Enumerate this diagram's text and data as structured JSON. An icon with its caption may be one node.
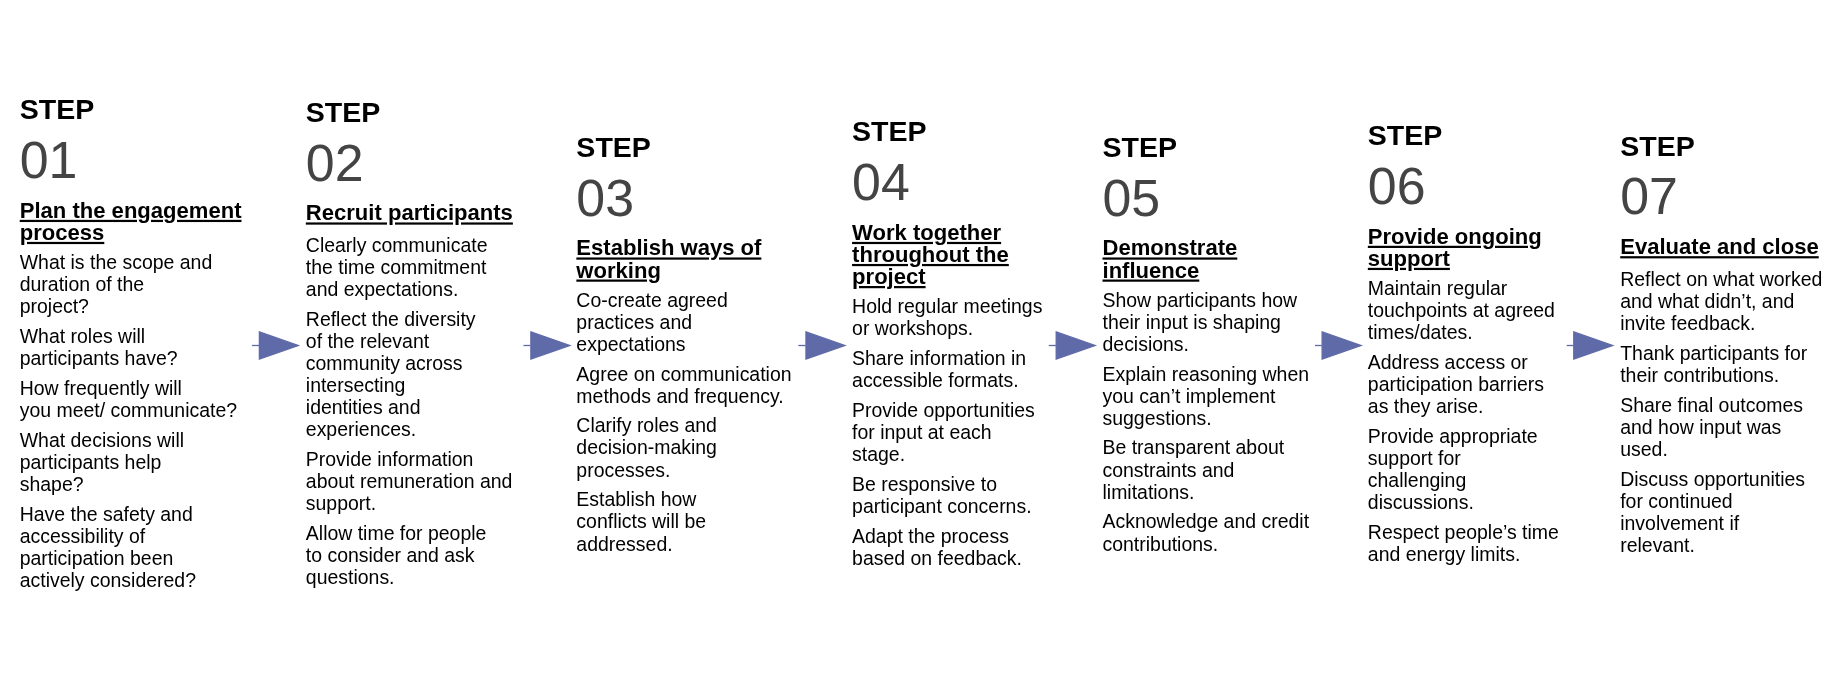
{
  "diagram": {
    "nodes": [
      {
        "text": [
          "STEP",
          "01",
          "Plan the engagement process",
          "What is the scope and duration of the project?",
          "What roles will participants have?",
          "How frequently will you meet/ communicate?",
          "What decisions will participants help shape?",
          "Have the safety and accessibility of participation been actively considered?"
        ]
      },
      {
        "text": [
          "STEP",
          "02",
          "Recruit participants",
          "Clearly communicate the time commitment and expectations.",
          "Reflect the diversity of the relevant community across intersecting identities and experiences.",
          "Provide information about remuneration and support.",
          "Allow time for people to consider and ask questions."
        ]
      },
      {
        "text": [
          "STEP",
          "03",
          "Establish ways of working",
          "Co-create agreed practices and expectations",
          "Agree on communication methods and frequency.",
          "Clarify roles and decision-making processes.",
          "Establish how conflicts will be addressed."
        ]
      },
      {
        "text": [
          "STEP",
          "04",
          "Work together throughout the project",
          "Hold regular meetings or workshops.",
          "Share information in accessible formats.",
          "Provide opportunities for input at each stage.",
          "Be responsive to participant concerns.",
          "Adapt the process based on feedback."
        ]
      },
      {
        "text": [
          "STEP",
          "05",
          "Demonstrate influence",
          "Show participants how their input is shaping decisions.",
          "Explain reasoning when you can’t implement suggestions.",
          "Be transparent about constraints and limitations.",
          "Acknowledge and credit contributions."
        ]
      },
      {
        "text": [
          "STEP",
          "06",
          "Provide ongoing support",
          "Maintain regular touchpoints at agreed times/dates.",
          "Address access or participation barriers as they arise.",
          "Provide appropriate support for challenging discussions.",
          "Respect people’s time and energy limits."
        ]
      },
      {
        "text": [
          "STEP",
          "07",
          "Evaluate and close",
          "Reflect on what worked and what didn’t, and invite feedback.",
          "Thank participants for their contributions.",
          "Share final outcomes and how input was used.",
          "Discuss opportunities for continued involvement if relevant."
        ]
      }
    ],
    "edges": [
      {
        "from": 0,
        "to": 1,
        "arrow": "to"
      },
      {
        "from": 1,
        "to": 2,
        "arrow": "to"
      },
      {
        "from": 2,
        "to": 3,
        "arrow": "to"
      },
      {
        "from": 3,
        "to": 4,
        "arrow": "to"
      },
      {
        "from": 4,
        "to": 5,
        "arrow": "to"
      },
      {
        "from": 5,
        "to": 6,
        "arrow": "to"
      }
    ]
  }
}
